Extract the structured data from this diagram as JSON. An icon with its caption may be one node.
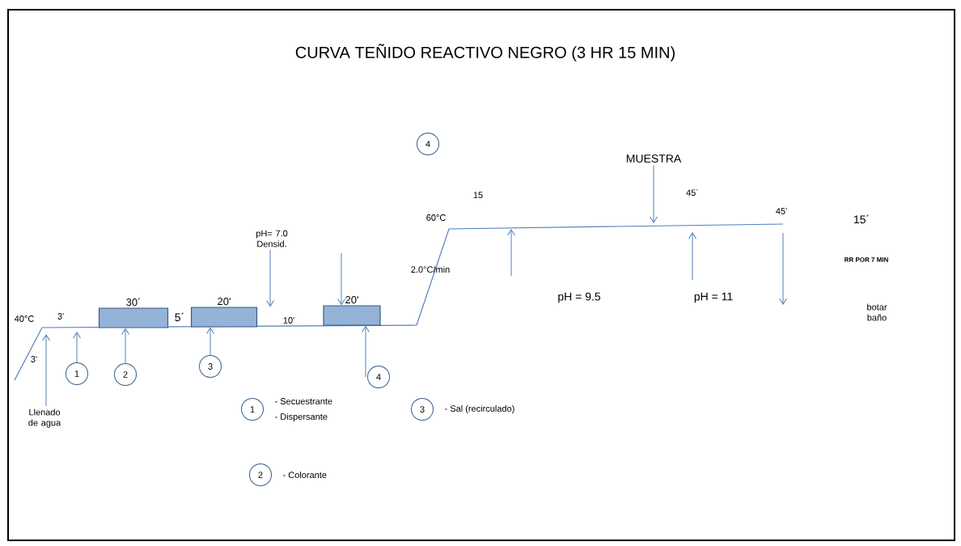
{
  "diagram": {
    "title": "CURVA TEÑIDO REACTIVO  NEGRO  (3 HR  15 MIN)",
    "nodes": [
      {
        "text": [
          "4"
        ]
      },
      {
        "text": [
          "MUESTRA"
        ]
      },
      {
        "text": [
          "pH= 7.0 Densid."
        ]
      },
      {
        "text": [
          "30´"
        ]
      },
      {
        "text": [
          "20'"
        ]
      },
      {
        "text": [
          "20'"
        ]
      },
      {
        "text": [
          "1"
        ]
      },
      {
        "text": [
          "2"
        ]
      },
      {
        "text": [
          "3"
        ]
      },
      {
        "text": [
          "4"
        ]
      },
      {
        "text": [
          "Llenado de agua"
        ]
      },
      {
        "text": [
          "1"
        ],
        "beside": [
          "- Secuestrante",
          "- Dispersante"
        ]
      },
      {
        "text": [
          "3"
        ],
        "beside": [
          "- Sal (recirculado)"
        ]
      },
      {
        "text": [
          "2"
        ],
        "beside": [
          "- Colorante"
        ]
      }
    ],
    "edges": [
      {
        "from": 1,
        "to": null,
        "arrow": "to"
      },
      {
        "from": 2,
        "to": 4,
        "arrow": "to"
      },
      {
        "from": null,
        "to": 5,
        "arrow": "to"
      },
      {
        "from": 6,
        "to": null,
        "arrow": "to"
      },
      {
        "from": 7,
        "to": 3,
        "arrow": "to"
      },
      {
        "from": 8,
        "to": 4,
        "arrow": "to"
      },
      {
        "from": 9,
        "to": 5,
        "arrow": "to"
      },
      {
        "from": 10,
        "to": null,
        "arrow": "to"
      }
    ],
    "labels": [
      "15",
      "45´",
      "45'",
      "15´",
      "60°C",
      "2.0°C/min",
      "RR POR 7 MIN",
      "5´",
      "40°C",
      "3'",
      "10'",
      "pH = 9.5",
      "pH = 11",
      "3'",
      "botar baño"
    ]
  }
}
